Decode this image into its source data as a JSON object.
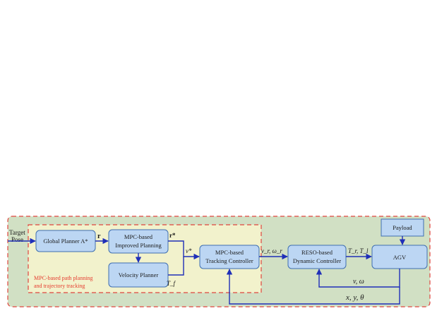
{
  "input": {
    "line1": "Target",
    "line2": "Pose"
  },
  "blocks": {
    "global_planner": "Global Planner A*",
    "mpc_planning": [
      "MPC-based",
      "Improved Planning"
    ],
    "velocity_planner": "Velocity Planner",
    "tracking_controller": [
      "MPC-based",
      "Tracking Controller"
    ],
    "dynamic_controller": [
      "RESO-based",
      "Dynamic Controller"
    ],
    "agv": "AGV",
    "payload": "Payload"
  },
  "region_label": [
    "MPC-based path planning",
    "and trajectory tracking"
  ],
  "signals": {
    "r": "r",
    "r_star": "r*",
    "v_star": "v*",
    "t_f": "T_f",
    "v_omega_ref": "v_r, ω_r",
    "torques": "T_r, T_l",
    "v_omega": "v, ω",
    "pose": "x, y, θ"
  },
  "colors": {
    "outer_fill": "#d1e0c4",
    "outer_border": "#e0463f",
    "inner_fill": "#f2f2cc",
    "block_fill": "#bcd6f3",
    "block_border": "#3f6fb0",
    "arrow": "#1f2fb8",
    "region_label": "#e53c2f"
  }
}
